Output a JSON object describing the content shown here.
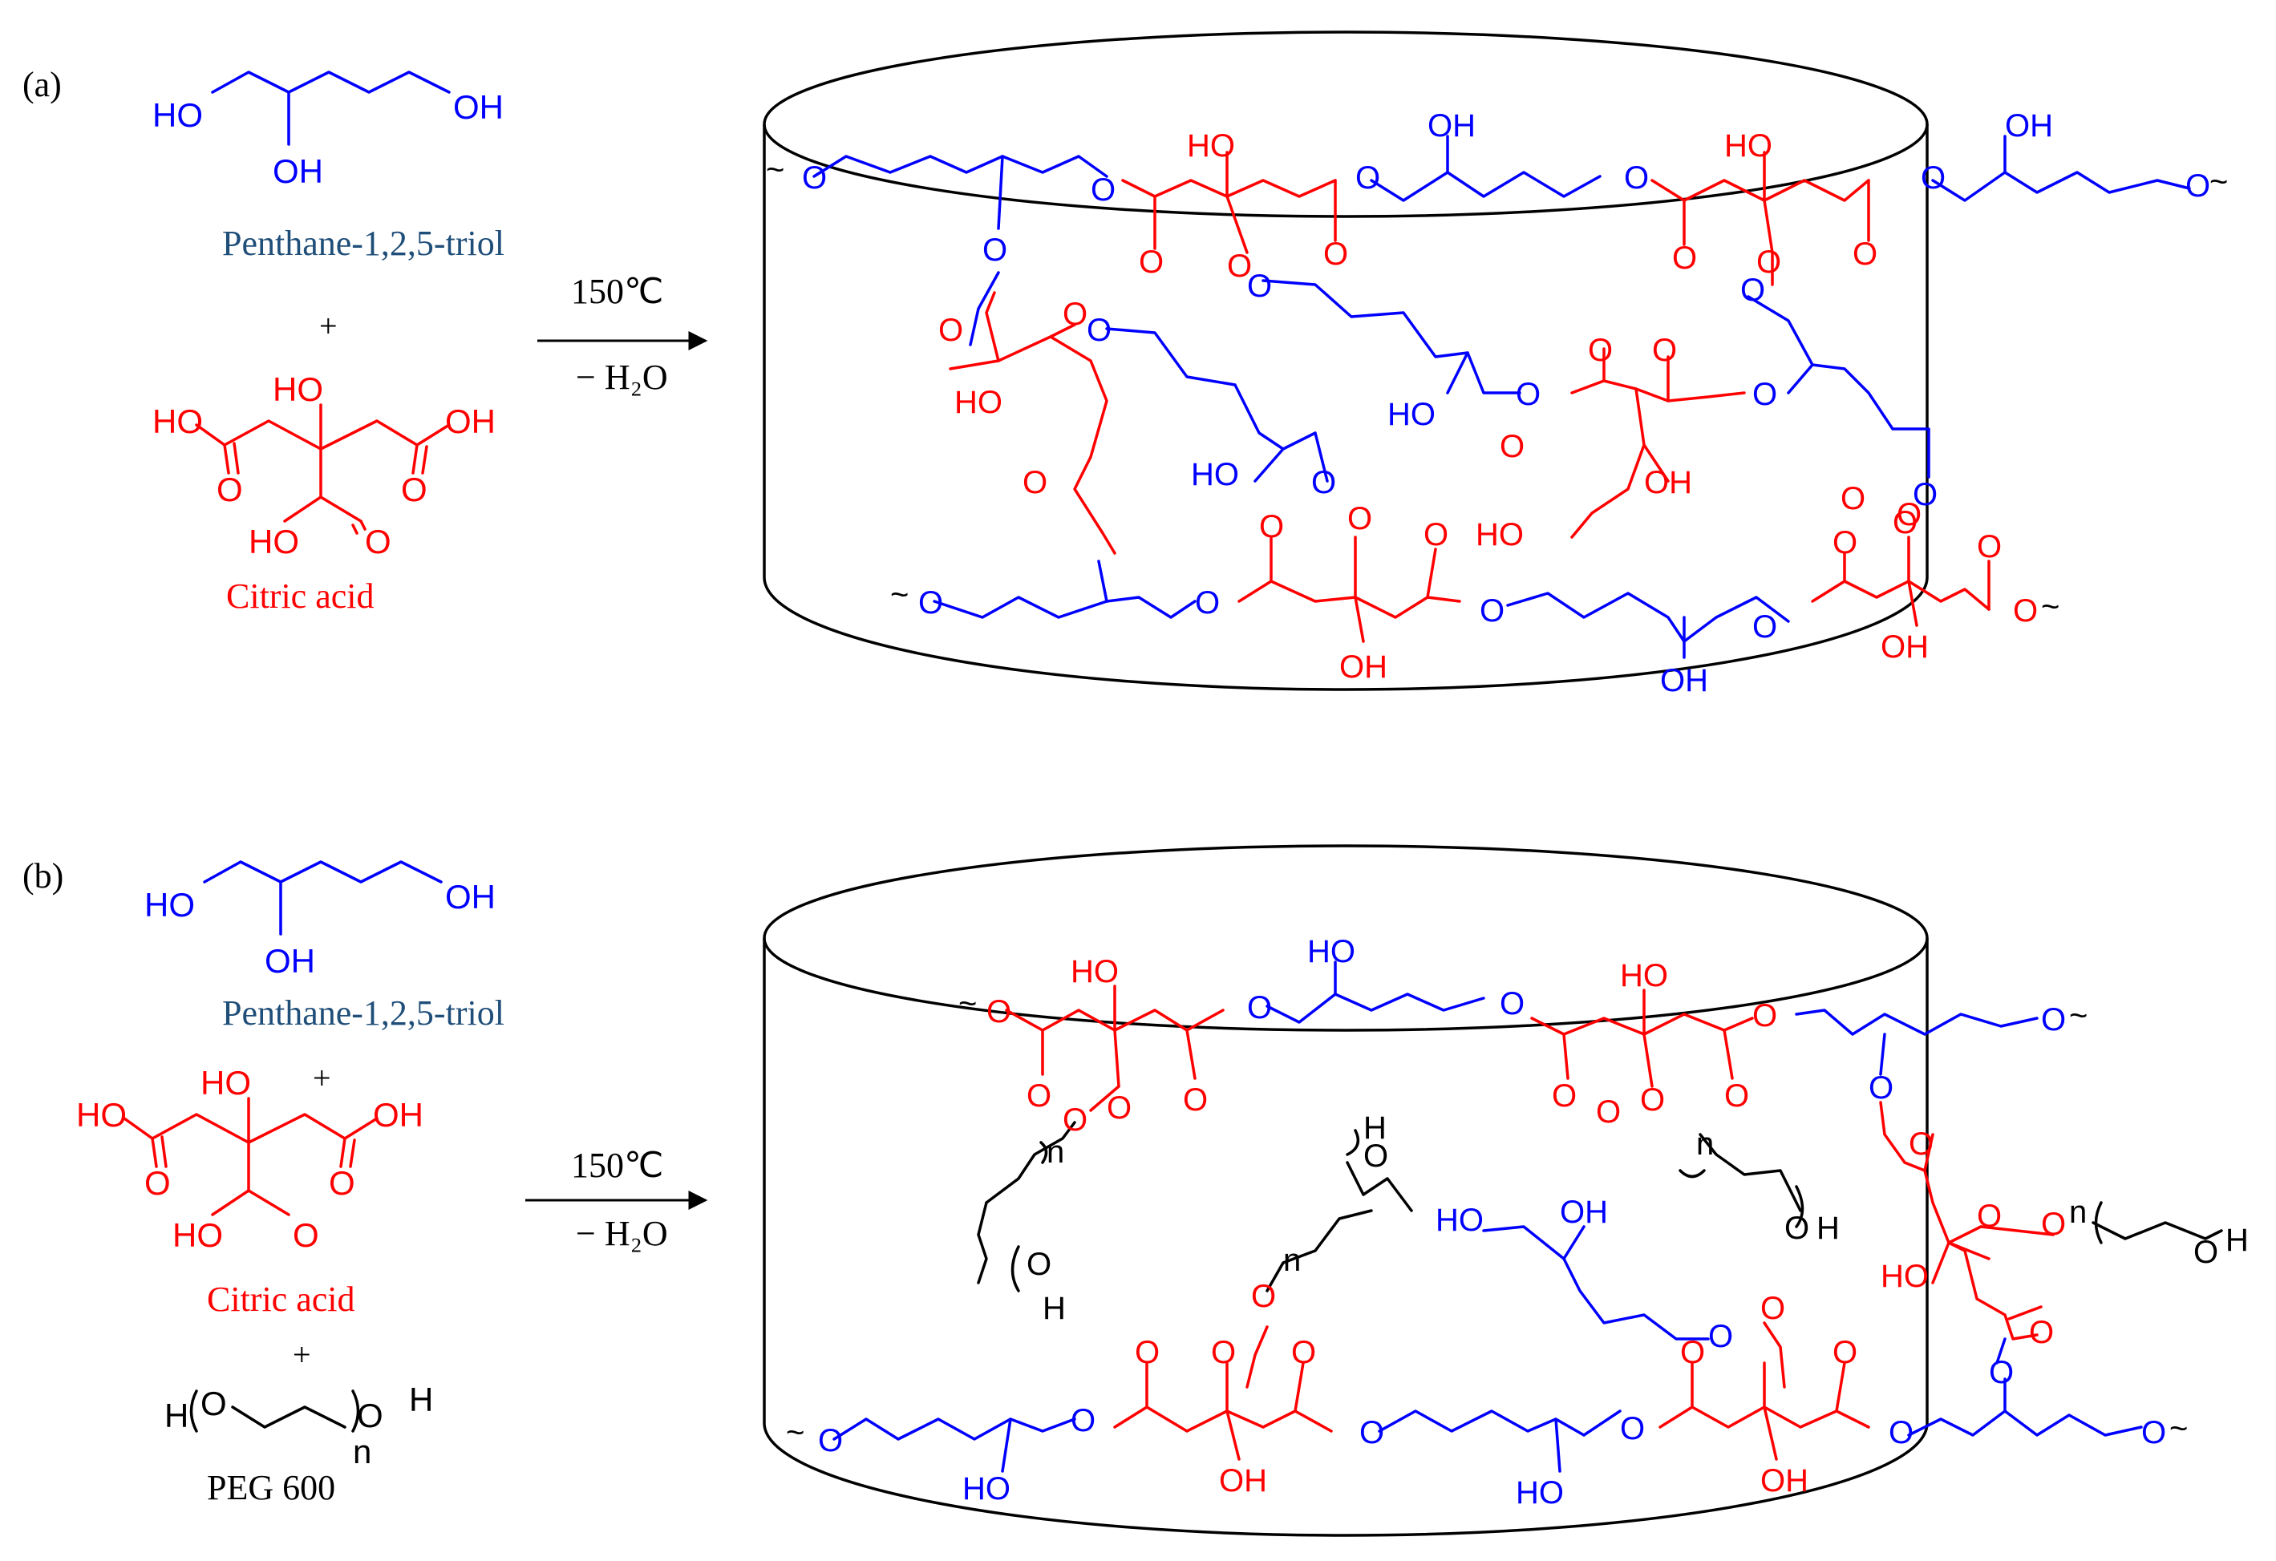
{
  "panels": {
    "a": {
      "tag": "(a)",
      "triol": {
        "name": "Penthane-1,2,5-triol",
        "oh": "OH",
        "ho": "HO",
        "color": "#0000ff"
      },
      "plus1": "+",
      "citric": {
        "name": "Citric acid",
        "oh": "OH",
        "ho": "HO",
        "o": "O",
        "color": "#ff0000"
      },
      "arrow": {
        "temp": "150℃",
        "byproduct": "− H₂O"
      }
    },
    "b": {
      "tag": "(b)",
      "triol": {
        "name": "Penthane-1,2,5-triol"
      },
      "plus1": "+",
      "citric": {
        "name": "Citric acid"
      },
      "plus2": "+",
      "peg": {
        "name": "PEG 600",
        "h": "H",
        "o": "O",
        "n": "n"
      },
      "arrow": {
        "temp": "150℃",
        "byproduct": "− H₂O"
      }
    }
  },
  "atoms": {
    "o": "O",
    "oh": "OH",
    "ho": "HO",
    "h": "H",
    "n": "n",
    "wave": "~"
  },
  "colors": {
    "triol": "#0000ff",
    "citric": "#ff0000",
    "peg": "#000000",
    "arrow": "#000000"
  }
}
